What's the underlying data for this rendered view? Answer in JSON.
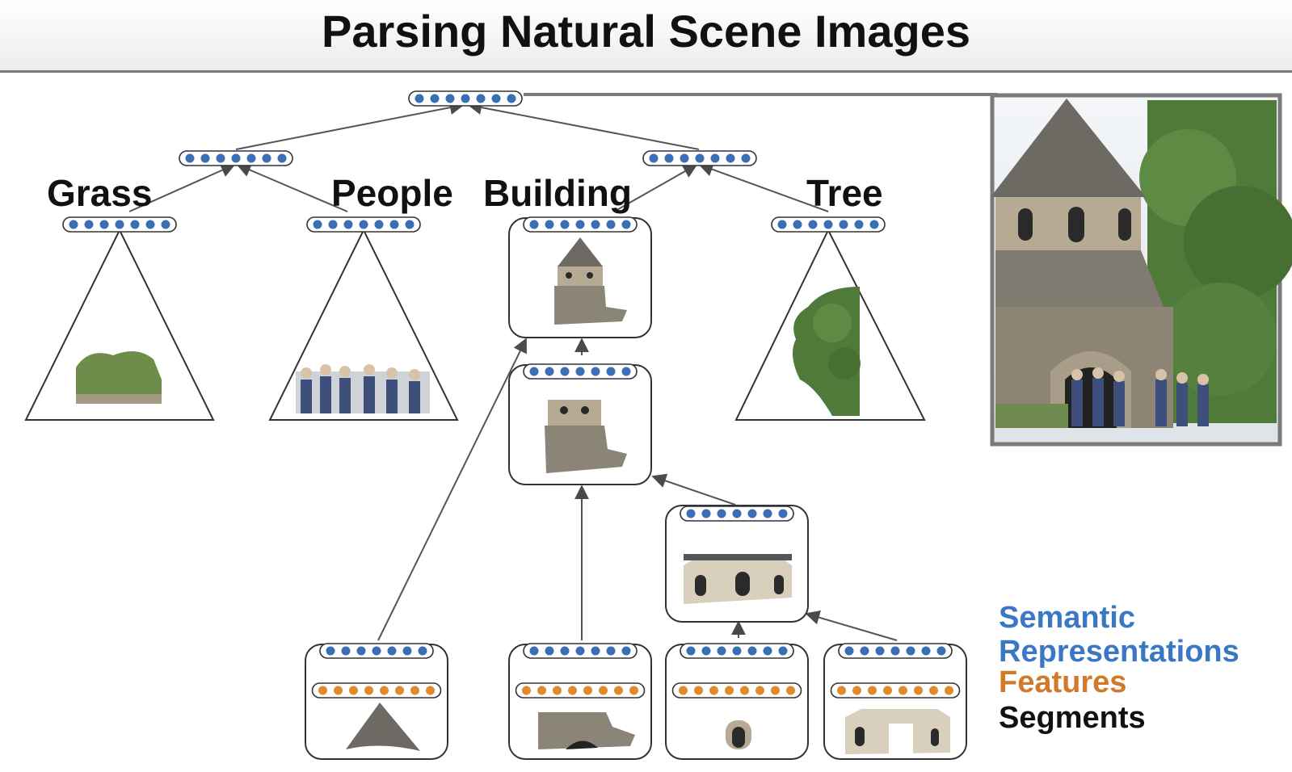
{
  "title": "Parsing Natural Scene Images",
  "labels": {
    "grass": "Grass",
    "people": "People",
    "building": "Building",
    "tree": "Tree"
  },
  "legend": {
    "semantic": "Semantic",
    "representations": "Representations",
    "features": "Features",
    "segments": "Segments"
  },
  "colors": {
    "semantic_node": "#3a6fb5",
    "feature_node": "#e08a2c",
    "semantic_text": "#3b78c3",
    "features_text": "#d2792a",
    "segments_text": "#111111",
    "line": "#555555"
  },
  "node_counts": {
    "semantic": 7,
    "feature": 8
  }
}
